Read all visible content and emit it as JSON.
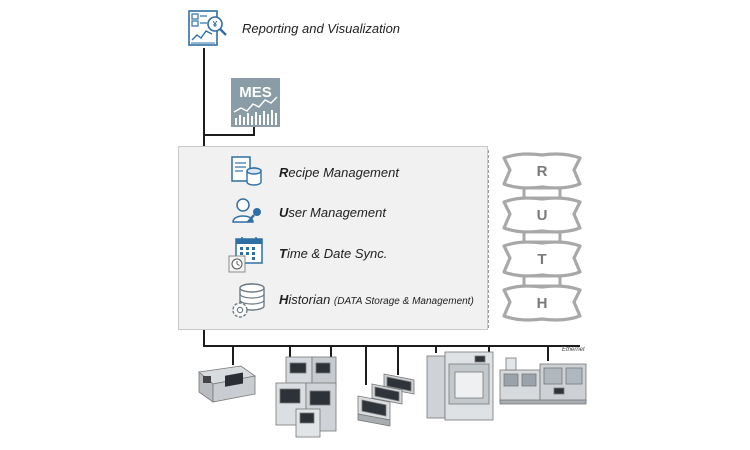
{
  "reporting": {
    "label": "Reporting and Visualization",
    "icon": "report-chart-icon"
  },
  "mes": {
    "label": "MES",
    "icon": "mes-chart-logo"
  },
  "modules": [
    {
      "first": "R",
      "rest": "ecipe Management",
      "icon": "recipe-document-icon"
    },
    {
      "first": "U",
      "rest": "ser Management",
      "icon": "user-key-icon"
    },
    {
      "first": "T",
      "rest": "ime & Date Sync.",
      "icon": "calendar-clock-icon"
    },
    {
      "first": "H",
      "rest": "istorian ",
      "detail": "(DATA Storage & Management)",
      "icon": "database-gear-icon"
    }
  ],
  "ruth": [
    "R",
    "U",
    "T",
    "H"
  ],
  "network": {
    "label": "Ethernet"
  },
  "colors": {
    "icon_blue": "#2f6fa6",
    "ruth_grey": "#a8a8a8",
    "panel_bg": "#f1f1f1"
  }
}
